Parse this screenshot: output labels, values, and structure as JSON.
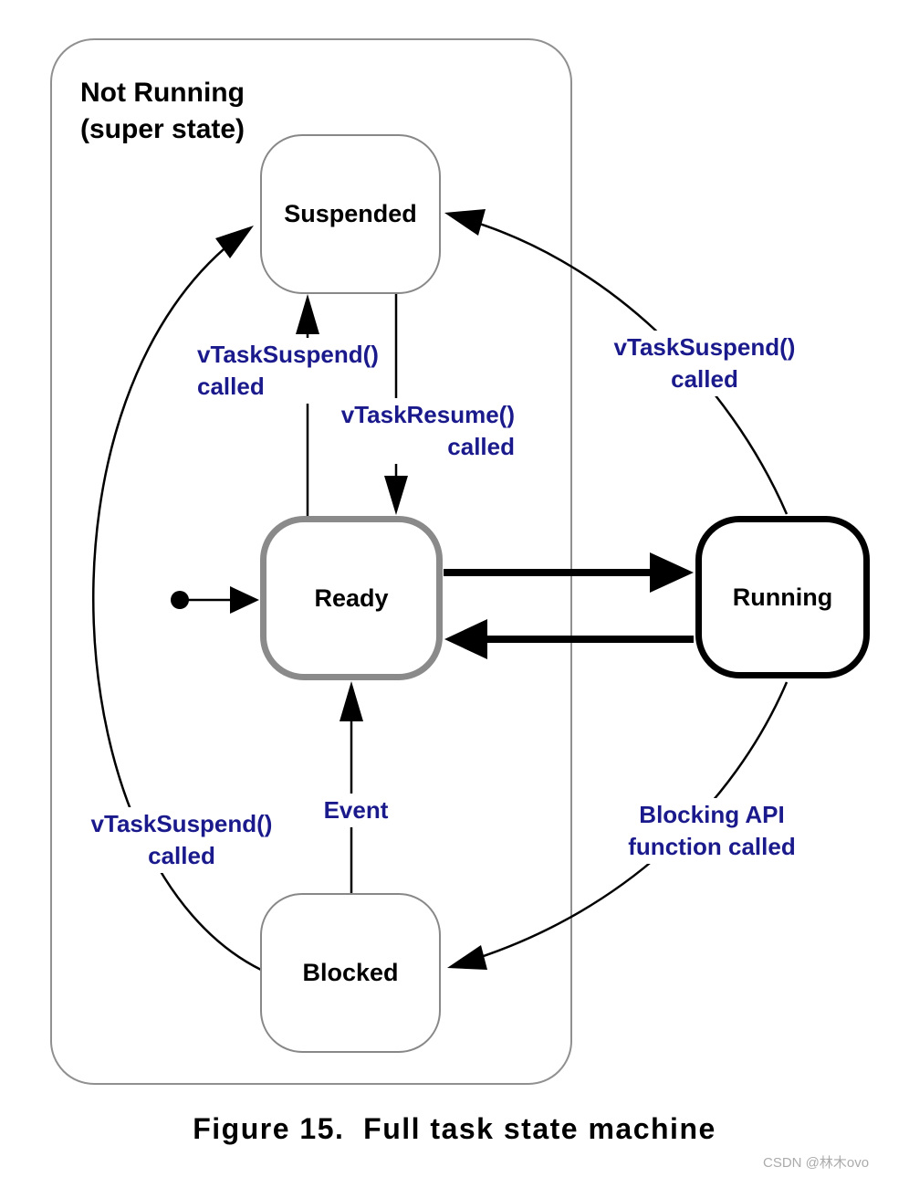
{
  "caption": "Figure 15.  Full task state machine",
  "watermark": "CSDN @林木ovo",
  "super_state": {
    "line1": "Not Running",
    "line2": "(super state)"
  },
  "states": {
    "suspended": "Suspended",
    "ready": "Ready",
    "running": "Running",
    "blocked": "Blocked"
  },
  "transitions": {
    "ready_to_suspended": {
      "line1": "vTaskSuspend()",
      "line2": "called"
    },
    "suspended_to_ready": {
      "line1": "vTaskResume()",
      "line2": "called"
    },
    "running_to_suspended": {
      "line1": "vTaskSuspend()",
      "line2": "called"
    },
    "blocked_to_suspended": {
      "line1": "vTaskSuspend()",
      "line2": "called"
    },
    "running_to_blocked": {
      "line1": "Blocking API",
      "line2": "function called"
    },
    "blocked_to_ready": {
      "label": "Event"
    }
  },
  "colors": {
    "transition_label": "#1a1a8c",
    "state_border_thin": "#888888",
    "ready_border": "#8a8a8a",
    "running_border": "#000000",
    "arrow": "#000000",
    "watermark": "#ababab"
  }
}
